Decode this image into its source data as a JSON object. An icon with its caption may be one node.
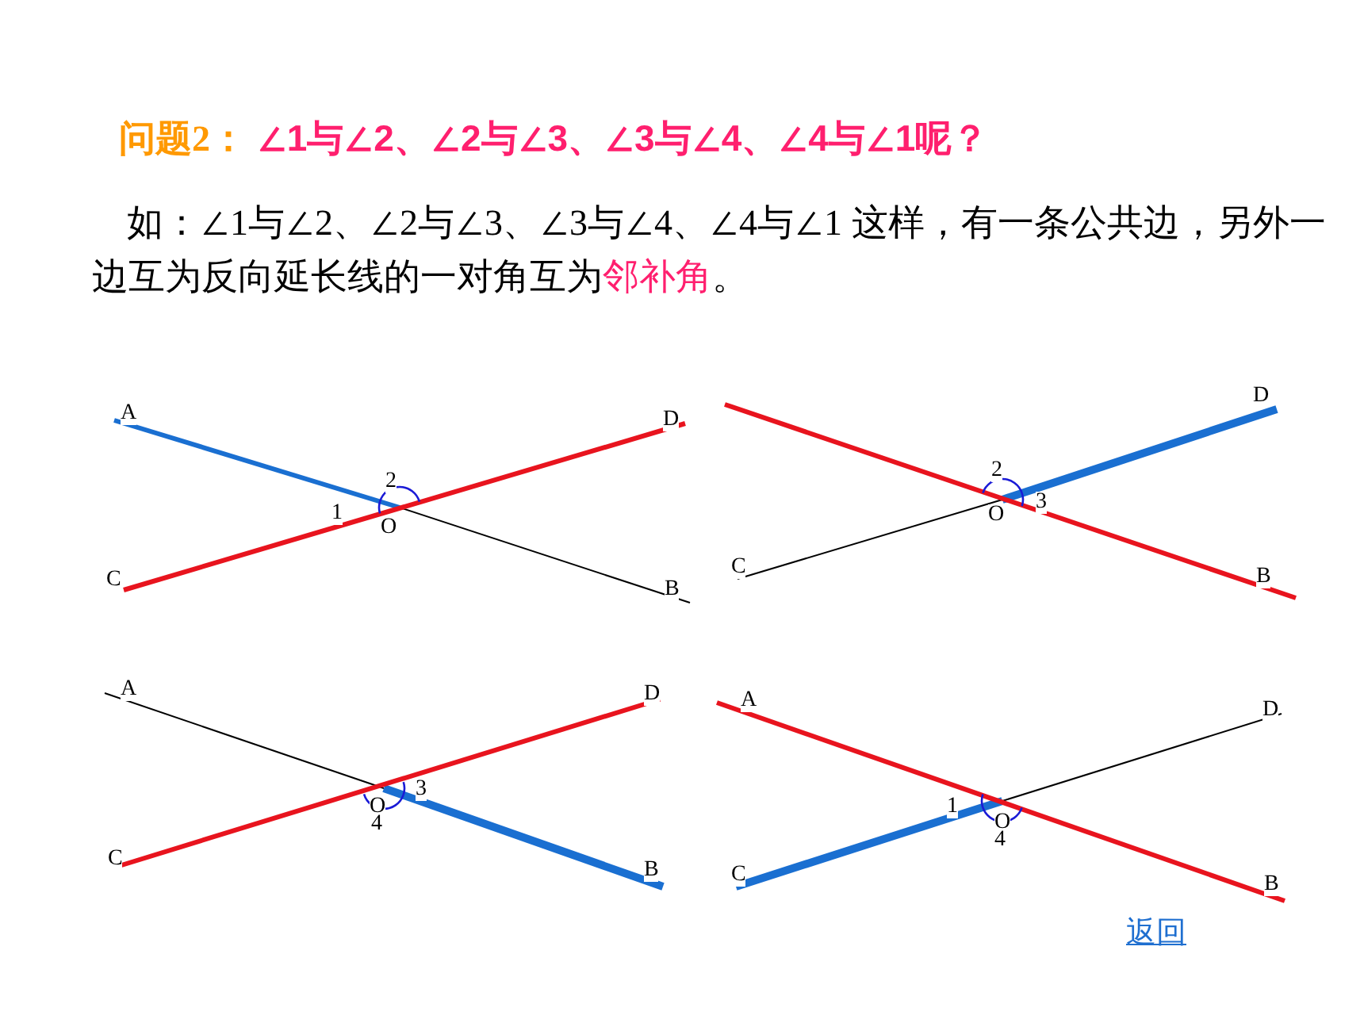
{
  "diagram": {
    "title": "*问题2：* ∠1与∠2、∠2与∠3、∠3与∠4、∠4与∠1呢？",
    "labels": [
      "如：∠1与∠2、∠2与∠3、∠3与∠4、∠4与∠1 这样，有一条公共边，另外一边互为反向延长线的一对角互为**邻补角**。",
      "A",
      "D",
      "2",
      "1",
      "O",
      "C",
      "B",
      "D",
      "2",
      "O",
      "3",
      "C",
      "B",
      "A",
      "D",
      "3",
      "O",
      "4",
      "C",
      "B",
      "A",
      "D",
      "1",
      "O",
      "4",
      "C",
      "B",
      "返回"
    ]
  }
}
